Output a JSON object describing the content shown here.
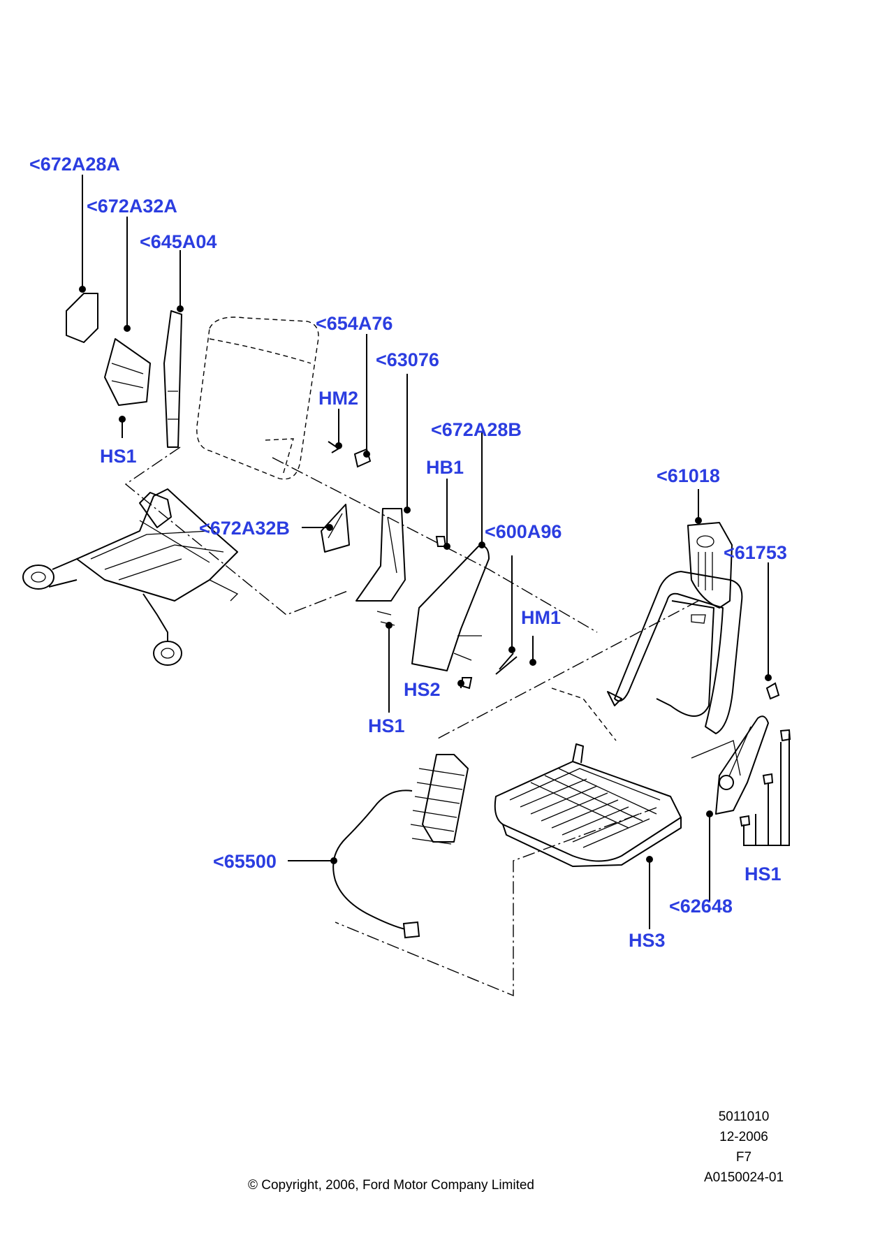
{
  "callouts": {
    "c672A28A": "<672A28A",
    "c672A32A": "<672A32A",
    "c645A04": "<645A04",
    "cHS1a": "HS1",
    "c654A76": "<654A76",
    "c63076": "<63076",
    "cHM2": "HM2",
    "c672A28B": "<672A28B",
    "cHB1": "HB1",
    "c672A32B": "<672A32B",
    "c600A96": "<600A96",
    "cHM1": "HM1",
    "cHS2": "HS2",
    "cHS1b": "HS1",
    "c61018": "<61018",
    "c61753": "<61753",
    "c65500": "<65500",
    "cHS1c": "HS1",
    "c62648": "<62648",
    "cHS3": "HS3"
  },
  "meta": {
    "code": "5011010",
    "date": "12-2006",
    "page": "F7",
    "ref": "A0150024-01"
  },
  "copyright": "© Copyright, 2006, Ford Motor Company Limited",
  "colors": {
    "callout": "#2b3de0",
    "line": "#000000"
  }
}
